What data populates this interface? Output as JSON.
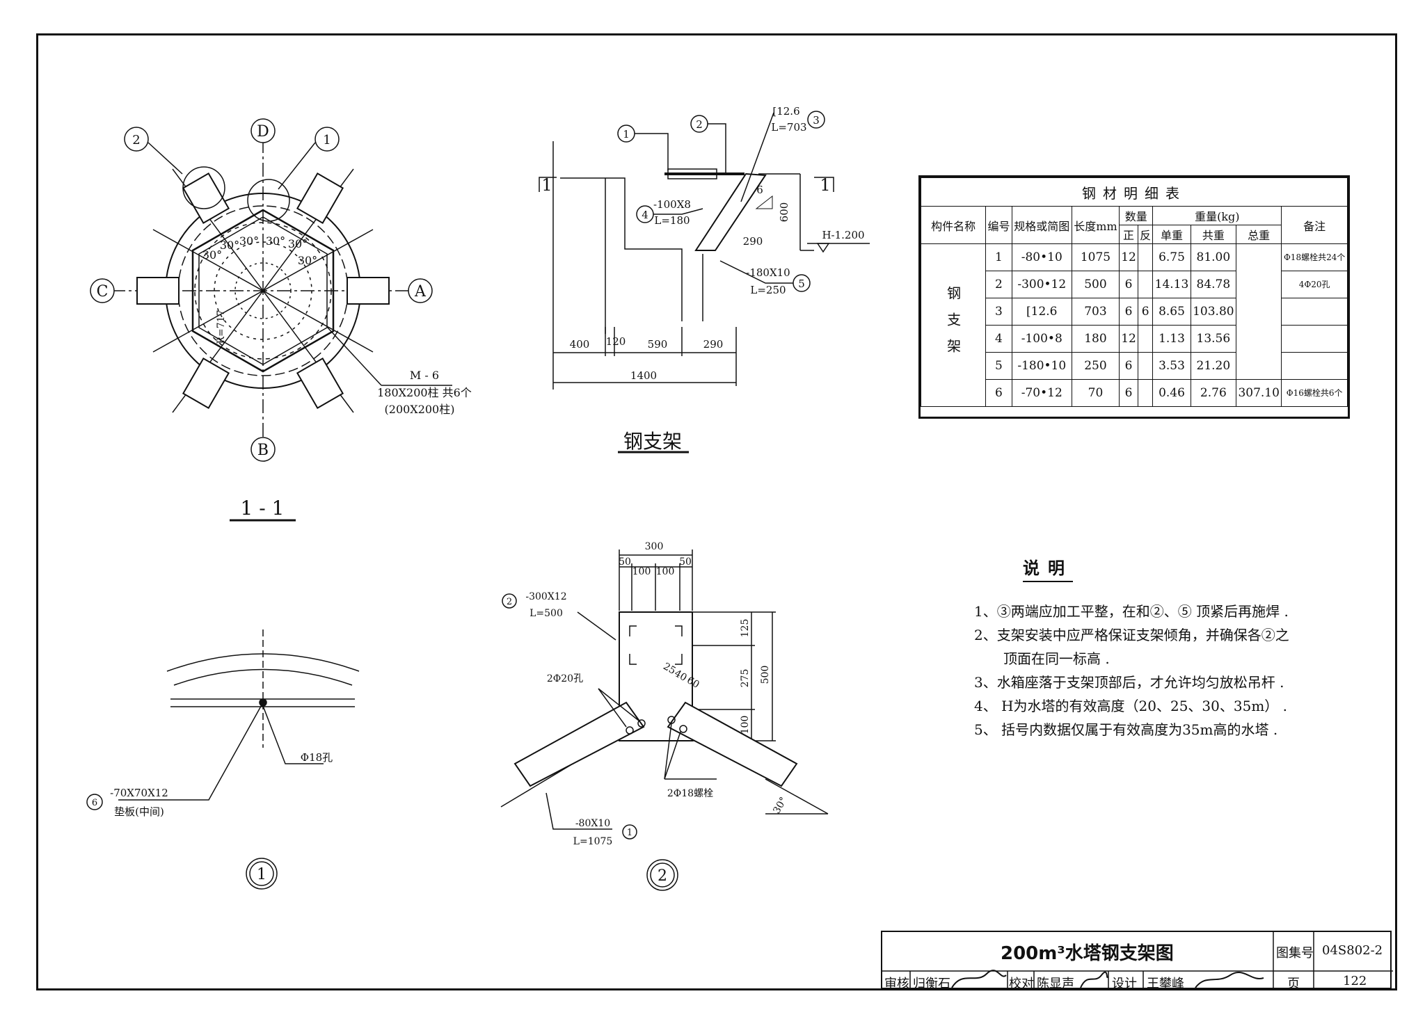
{
  "plan_1_1": {
    "axis_labels": [
      "D",
      "A",
      "B",
      "C"
    ],
    "balloons": [
      "2",
      "1"
    ],
    "angles": [
      "30°",
      "30°",
      "30°",
      "30°",
      "30°",
      "30°"
    ],
    "dim_label": "R=717",
    "note": [
      "M - 6",
      "180X200柱 共6个",
      "(200X200柱)"
    ],
    "title": "1 - 1"
  },
  "elevation": {
    "balloons": [
      "1",
      "2",
      "3",
      "4",
      "5"
    ],
    "section_marks": [
      "1",
      "1"
    ],
    "labels": {
      "channel": "[12.6",
      "channel_len": "L=703",
      "plate4": "-100X8",
      "plate4_len": "L=180",
      "plate5": "-180X10",
      "plate5_len": "L=250",
      "slope": "6",
      "slope_base": "290",
      "height": "600",
      "elev": "H-1.200"
    },
    "dims": [
      "400",
      "120",
      "590",
      "290",
      "1400"
    ],
    "title": "钢支架"
  },
  "table": {
    "caption": "钢材明细表",
    "headers": [
      "构件名称",
      "编号",
      "规格或简图",
      "长度mm",
      "数量",
      "重量(kg)",
      "备注"
    ],
    "subheaders": [
      "正",
      "反",
      "单重",
      "共重",
      "总重"
    ],
    "group_name": "钢支架",
    "rows": [
      {
        "no": "1",
        "spec": "-80•10",
        "len": "1075",
        "pos": "12",
        "neg": "",
        "unit": "6.75",
        "sum": "81.00",
        "note": "Φ18螺栓共24个"
      },
      {
        "no": "2",
        "spec": "-300•12",
        "len": "500",
        "pos": "6",
        "neg": "",
        "unit": "14.13",
        "sum": "84.78",
        "note": "4Φ20孔"
      },
      {
        "no": "3",
        "spec": "[12.6",
        "len": "703",
        "pos": "6",
        "neg": "6",
        "unit": "8.65",
        "sum": "103.80",
        "note": ""
      },
      {
        "no": "4",
        "spec": "-100•8",
        "len": "180",
        "pos": "12",
        "neg": "",
        "unit": "1.13",
        "sum": "13.56",
        "note": ""
      },
      {
        "no": "5",
        "spec": "-180•10",
        "len": "250",
        "pos": "6",
        "neg": "",
        "unit": "3.53",
        "sum": "21.20",
        "note": ""
      },
      {
        "no": "6",
        "spec": "-70•12",
        "len": "70",
        "pos": "6",
        "neg": "",
        "unit": "0.46",
        "sum": "2.76",
        "note": "Φ16螺栓共6个"
      }
    ],
    "total": "307.10"
  },
  "detail1": {
    "hole": "Φ18孔",
    "plate": "-70X70X12",
    "plate_note": "垫板(中间)",
    "balloon": "6",
    "title": "1"
  },
  "detail2": {
    "dims_top": [
      "300",
      "50",
      "100",
      "100",
      "50"
    ],
    "dims_side": [
      "125",
      "275",
      "100",
      "500"
    ],
    "dims_small": [
      "25",
      "40",
      "60"
    ],
    "plate": "-300X12",
    "plate_len": "L=500",
    "holes": "2Φ20孔",
    "bolts": "2Φ18螺栓",
    "bar": "-80X10",
    "bar_len": "L=1075",
    "angle": "30°",
    "balloons": [
      "2",
      "1"
    ],
    "title": "2"
  },
  "notes": {
    "title": "说明",
    "items": [
      "1、③两端应加工平整，在和②、⑤ 顶紧后再施焊 .",
      "2、支架安装中应严格保证支架倾角，并确保各②之",
      "顶面在同一标高 .",
      "3、水箱座落于支架顶部后，才允许均匀放松吊杆 .",
      "4、 H为水塔的有效高度（20、25、30、35m） .",
      "5、 括号内数据仅属于有效高度为35m高的水塔 ."
    ]
  },
  "title_block": {
    "title": "200m³水塔钢支架图",
    "atlas_label": "图集号",
    "atlas_no": "04S802-2",
    "review": "审核",
    "reviewer": "归衡石",
    "check": "校对",
    "checker": "陈显声",
    "design": "设计",
    "designer": "王攀峰",
    "page_label": "页",
    "page_no": "122"
  }
}
